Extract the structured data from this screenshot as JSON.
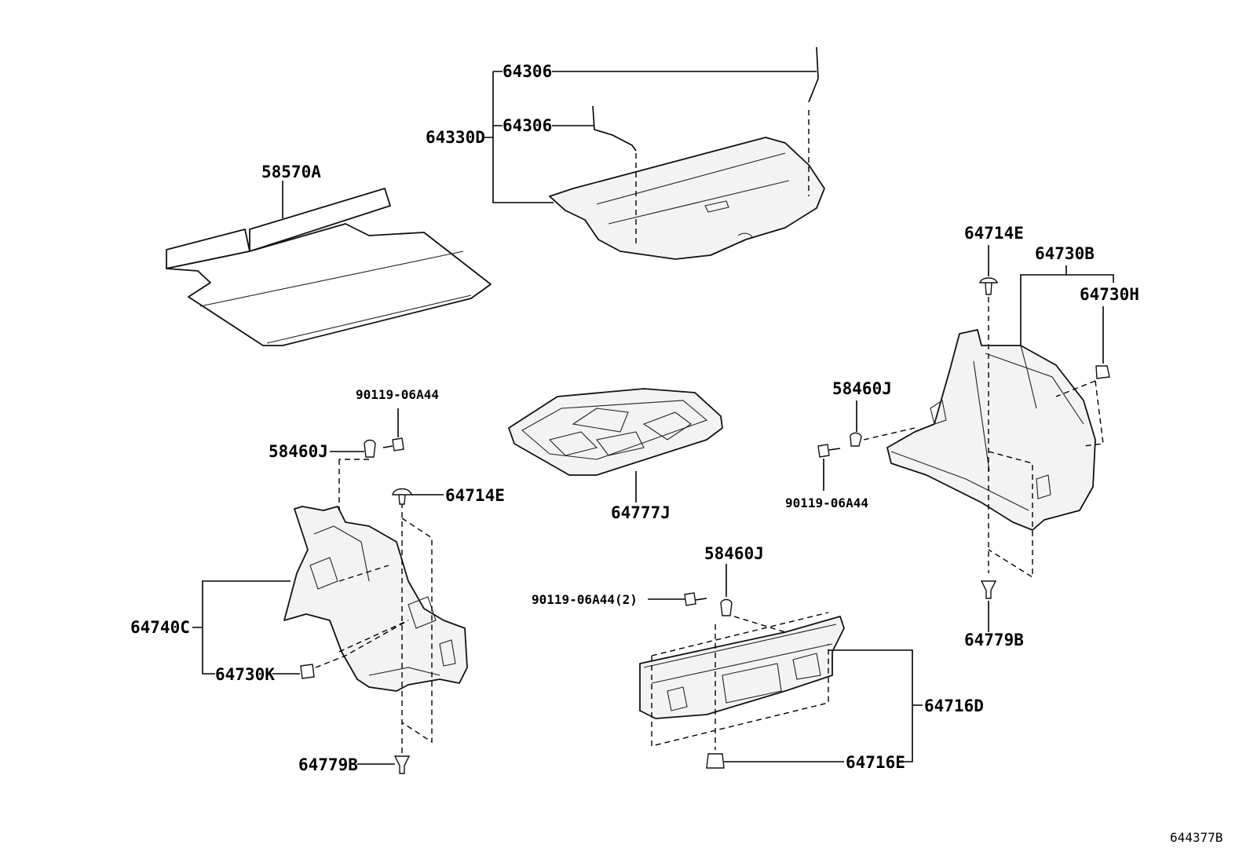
{
  "diagram": {
    "labels": {
      "cover_wire_upper": "64306",
      "cover_wire_lower": "64306",
      "tonneau_cover": "64330D",
      "luggage_mat": "58570A",
      "clip_upper_right": "64714E",
      "right_side_trim": "64730B",
      "right_trim_clip": "64730H",
      "hook_right": "58460J",
      "bolt_right": "90119-06A44",
      "bolt_left": "90119-06A44",
      "hook_left": "58460J",
      "clip_upper_left": "64714E",
      "tray": "64777J",
      "left_side_trim": "64740C",
      "left_trim_clip": "64730K",
      "clip_lower_left": "64779B",
      "hook_center": "58460J",
      "bolt_center": "90119-06A44(2)",
      "clip_lower_right": "64779B",
      "rear_sill_plate": "64716D",
      "sill_clip": "64716E"
    },
    "drawing_id": "644377B"
  }
}
